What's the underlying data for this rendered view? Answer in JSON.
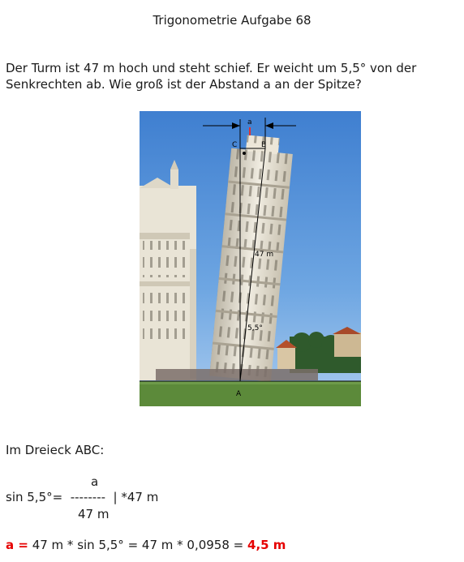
{
  "title": "Trigonometrie Aufgabe 68",
  "problem_text": "Der Turm ist 47 m hoch und steht schief. Er weicht um 5,5° von der Senkrechten ab. Wie groß ist der Abstand a an der Spitze?",
  "figure": {
    "label_a": "a",
    "label_B": "B",
    "label_C": "C",
    "label_A": "A",
    "label_height": "47 m",
    "label_angle": "5,5°"
  },
  "solution": {
    "triangle_label": "Im Dreieck ABC:",
    "fraction_numerator": "a",
    "equation_line": "sin 5,5°=  --------  | *47 m",
    "fraction_denominator": "47 m",
    "result_prefix": "a =",
    "result_calc": " 47 m * sin 5,5° = 47 m * 0,0958 = ",
    "result_value": "4,5 m"
  },
  "colors": {
    "sky": "#4f8fd6",
    "grass": "#5c8a3a",
    "result": "#e60000"
  }
}
